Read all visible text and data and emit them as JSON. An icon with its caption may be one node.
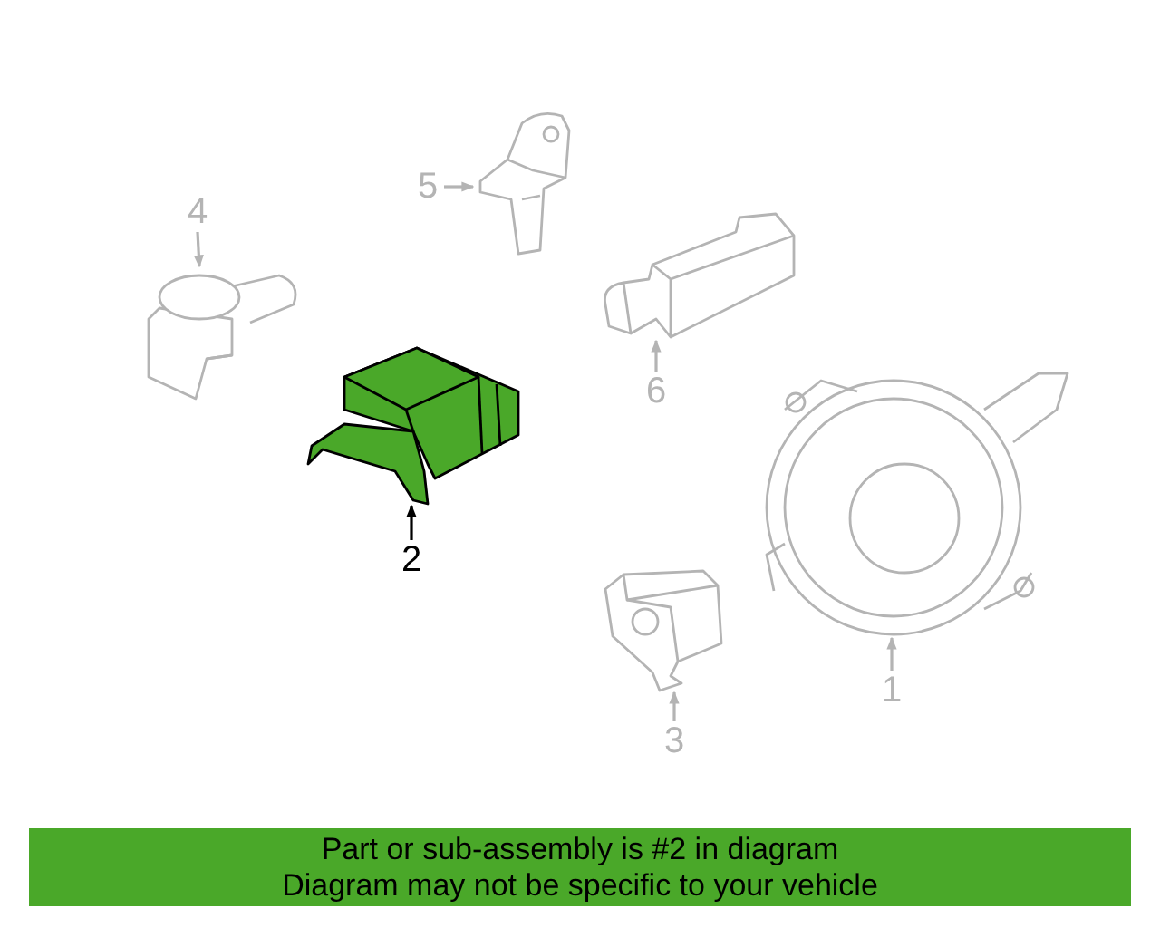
{
  "diagram": {
    "nodes": [
      {
        "text": [
          "5"
        ]
      },
      {
        "text": [],
        "shape": "picture"
      },
      {
        "text": [
          "4"
        ]
      },
      {
        "text": [],
        "shape": "picture"
      },
      {
        "text": [],
        "shape": "picture"
      },
      {
        "text": [
          "6"
        ]
      },
      {
        "text": [],
        "shape": "picture"
      },
      {
        "text": [
          "2"
        ]
      },
      {
        "text": [],
        "shape": "picture"
      },
      {
        "text": [],
        "shape": "picture"
      },
      {
        "text": [
          "1"
        ]
      },
      {
        "text": [
          "3"
        ]
      },
      {
        "text": [
          "Part or sub-assembly is #2 in diagram",
          "Diagram may not be specific to your vehicle"
        ]
      }
    ],
    "edges": [
      {
        "from": 0,
        "to": 1,
        "arrow": "to"
      },
      {
        "from": 2,
        "to": 3,
        "arrow": "to"
      },
      {
        "from": 5,
        "to": 4,
        "arrow": "to"
      },
      {
        "from": 7,
        "to": 6,
        "arrow": "to",
        "color": "#000000"
      },
      {
        "from": 10,
        "to": 8,
        "arrow": "to"
      },
      {
        "from": 11,
        "to": 9,
        "arrow": "to"
      }
    ]
  }
}
